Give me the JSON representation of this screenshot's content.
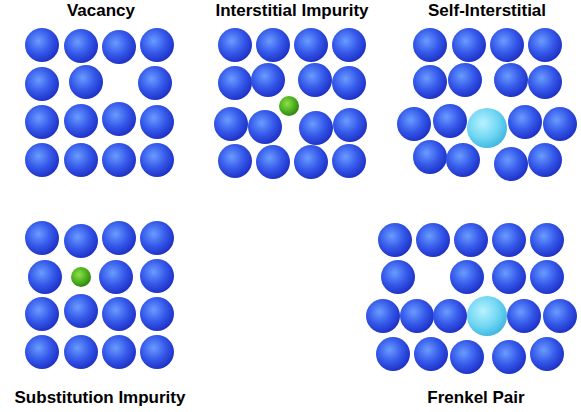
{
  "diagram": {
    "labels": [
      "Vacancy",
      "Interstitial Impurity",
      "Self-Interstitial",
      "Substitution Impurity",
      "Frenkel Pair"
    ]
  }
}
